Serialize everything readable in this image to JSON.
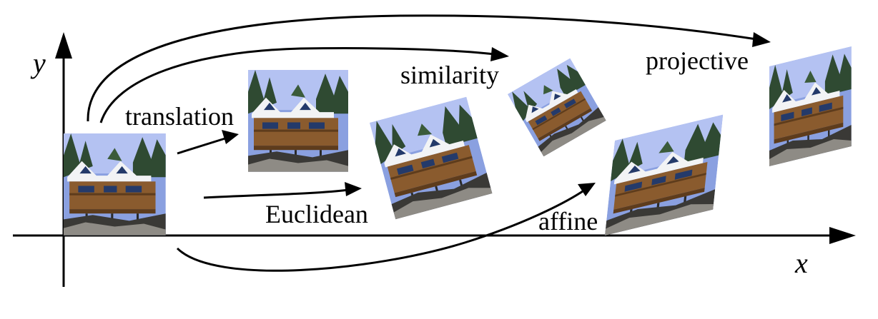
{
  "axes": {
    "x_label": "x",
    "y_label": "y"
  },
  "transforms": [
    {
      "label": "translation"
    },
    {
      "label": "Euclidean"
    },
    {
      "label": "similarity"
    },
    {
      "label": "affine"
    },
    {
      "label": "projective"
    }
  ],
  "colors": {
    "sky": "#8aa0e0",
    "sky_light": "#b4c2f2",
    "tree": "#2f4a32",
    "roof": "#f2f3f5",
    "wall": "#8a5b2e",
    "wall_dark": "#5e3c1c",
    "window": "#243a6a",
    "ground": "#3a3936",
    "rock": "#8e8b85"
  }
}
